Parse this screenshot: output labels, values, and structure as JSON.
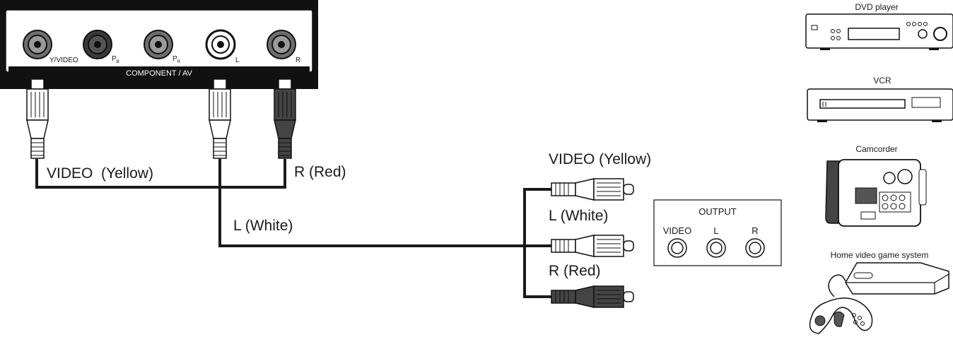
{
  "panel": {
    "jacks": [
      {
        "label": "Y/VIDEO",
        "sub": ""
      },
      {
        "label": "P",
        "sub": "B"
      },
      {
        "label": "P",
        "sub": "R"
      },
      {
        "label": "L",
        "sub": ""
      },
      {
        "label": "R",
        "sub": ""
      }
    ],
    "band_label": "COMPONENT / AV"
  },
  "cable_labels": {
    "video_left": "VIDEO  (Yellow)",
    "red_left": "R (Red)",
    "white_left": "L (White)",
    "video_right": "VIDEO (Yellow)",
    "white_right": "L (White)",
    "red_right": "R (Red)"
  },
  "output_box": {
    "title": "OUTPUT",
    "jacks": [
      "VIDEO",
      "L",
      "R"
    ]
  },
  "devices": [
    {
      "name": "DVD player",
      "icon": "dvd-player-icon"
    },
    {
      "name": "VCR",
      "icon": "vcr-icon"
    },
    {
      "name": "Camcorder",
      "icon": "camcorder-icon"
    },
    {
      "name": "Home video game system",
      "icon": "game-console-icon"
    }
  ],
  "colors": {
    "cable": "#1a1a1a",
    "plug_dark": "#444444",
    "plug_light": "#ffffff",
    "jack_grey": "#6e6e6e",
    "jack_dark": "#3a3a3a"
  }
}
